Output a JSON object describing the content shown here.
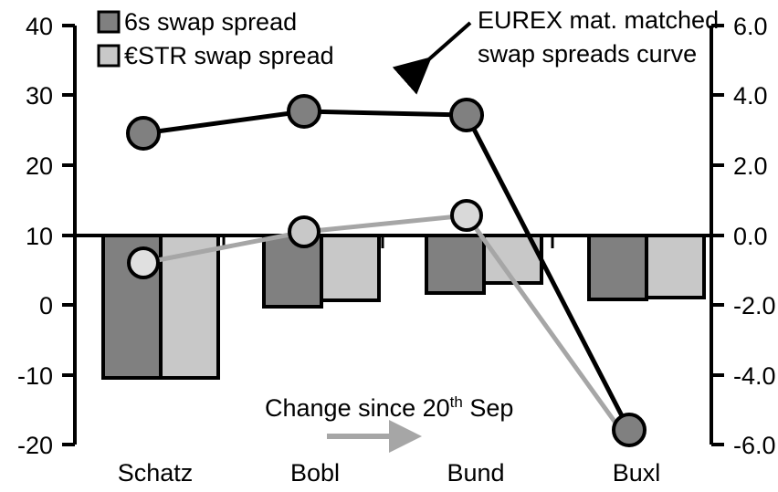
{
  "chart_data": {
    "type": "bar",
    "title": "",
    "subtitle": "",
    "categories": [
      "Schatz",
      "Bobl",
      "Bund",
      "Buxl"
    ],
    "series": [
      {
        "name": "6s swap spread",
        "type": "bar",
        "axis": "left",
        "color": "#808080",
        "values": [
          -10.3,
          0.0,
          2.0,
          1.0
        ]
      },
      {
        "name": "€STR swap spread",
        "type": "bar",
        "axis": "left",
        "color": "#c8c8c8",
        "values": [
          -10.3,
          0.9,
          3.3,
          1.1
        ]
      },
      {
        "name": "EUREX mat. matched swap spreads curve",
        "type": "line",
        "axis": "left",
        "color": "#000000",
        "marker_fill": "#808080",
        "values": [
          24.6,
          27.9,
          27.3,
          -18.0
        ]
      },
      {
        "name": "Change since 20th Sep",
        "type": "line",
        "axis": "left",
        "color": "#a6a6a6",
        "marker_fill": "#c8c8c8",
        "values": [
          6.1,
          10.5,
          12.8,
          -19.6
        ]
      }
    ],
    "xlabel": "",
    "ylabel": "",
    "ylim": [
      -20,
      40
    ],
    "y_ticks": [
      "40",
      "30",
      "20",
      "10",
      "0",
      "-10",
      "-20"
    ],
    "y_tick_values": [
      40,
      30,
      20,
      10,
      0,
      -10,
      -20
    ],
    "y2lim": [
      -6.0,
      6.0
    ],
    "y2_ticks": [
      "6.0",
      "4.0",
      "2.0",
      "0.0",
      "-2.0",
      "-4.0",
      "-6.0"
    ],
    "y2_tick_values": [
      6.0,
      4.0,
      2.0,
      0.0,
      -2.0,
      -4.0,
      -6.0
    ],
    "zero_line_value": 10,
    "grid": false,
    "legend_position": "top-left"
  },
  "legend": {
    "items": [
      {
        "label": "6s swap spread",
        "swatch": "#808080"
      },
      {
        "label": "€STR swap spread",
        "swatch": "#c8c8c8"
      }
    ]
  },
  "annotations": {
    "curve_callout": {
      "line1": "EUREX mat. matched",
      "line2": "swap spreads curve",
      "arrow": "arrow-down-left"
    },
    "change_callout": {
      "prefix": "Change since 20",
      "superscript": "th",
      "suffix": " Sep",
      "arrow": "arrow-right"
    }
  },
  "colors": {
    "bar_dark": "#808080",
    "bar_light": "#c8c8c8",
    "line_dark": "#000000",
    "line_light": "#a6a6a6",
    "axis": "#000000"
  }
}
